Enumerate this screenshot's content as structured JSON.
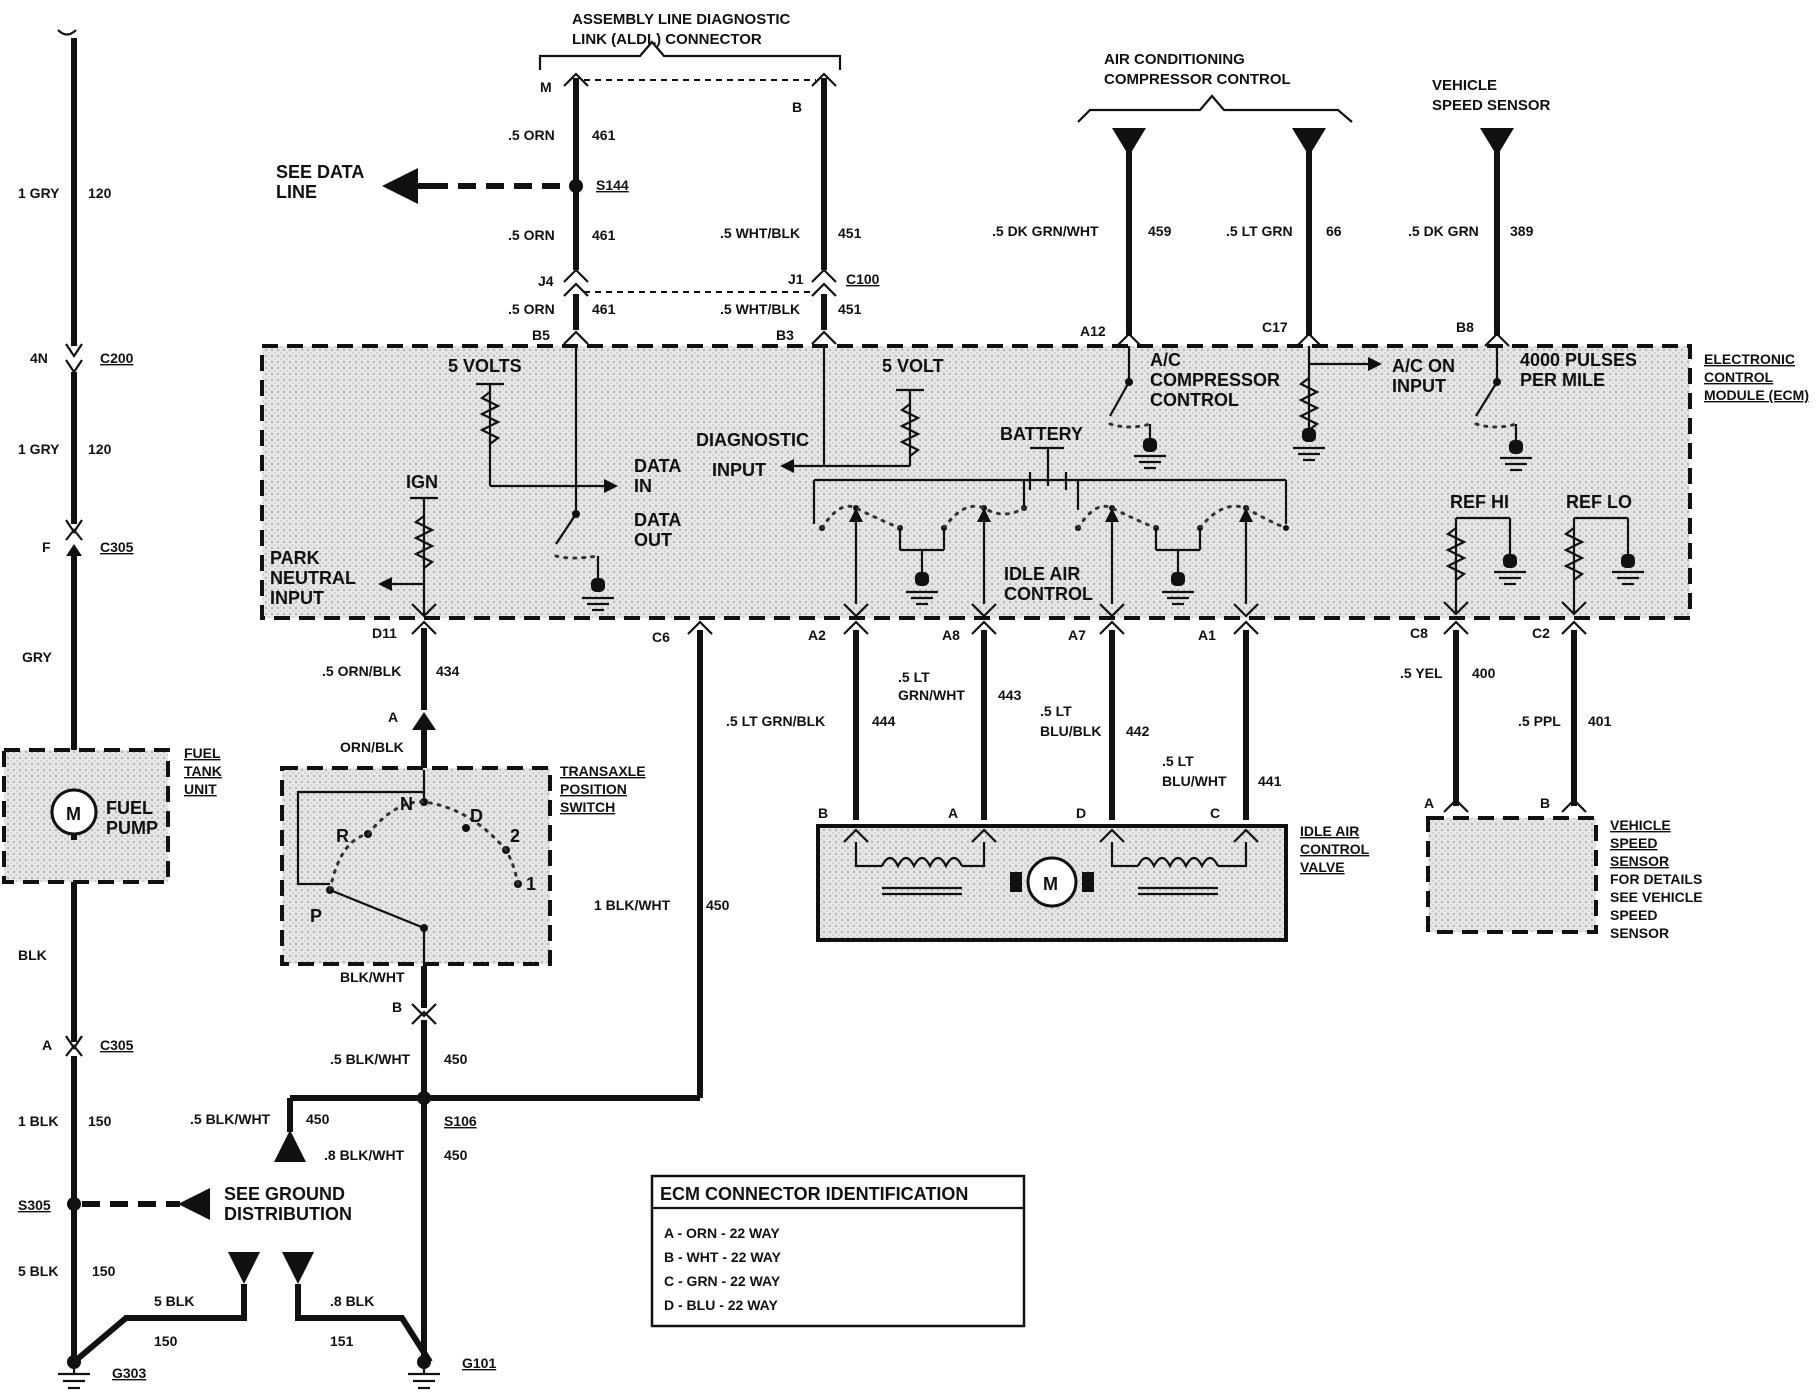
{
  "titles": {
    "aldl_1": "ASSEMBLY LINE DIAGNOSTIC",
    "aldl_2": "LINK (ALDL) CONNECTOR",
    "ac_1": "AIR CONDITIONING",
    "ac_2": "COMPRESSOR CONTROL",
    "vss_1": "VEHICLE",
    "vss_2": "SPEED SENSOR"
  },
  "left_wire": {
    "w1_size": "1 GRY",
    "w1_circuit": "120",
    "c200_pin": "4N",
    "c200": "C200",
    "w2_size": "1 GRY",
    "w2_circuit": "120",
    "c305_top_pin": "F",
    "c305_top": "C305",
    "w3_color": "GRY",
    "w4_color": "BLK",
    "c305_bot_pin": "A",
    "c305_bot": "C305",
    "w5_size": "1 BLK",
    "w5_circuit": "150",
    "splice": "S305",
    "w6_size": "5 BLK",
    "w6_circuit": "150",
    "ground": "G303"
  },
  "fuel": {
    "unit_1": "FUEL",
    "unit_2": "TANK",
    "unit_3": "UNIT",
    "pump_1": "FUEL",
    "pump_2": "PUMP",
    "motor": "M"
  },
  "ground_dist": {
    "line1": "SEE GROUND",
    "line2": "DISTRIBUTION"
  },
  "ground_bottom": {
    "w1_size": "5 BLK",
    "w1_circuit": "150",
    "w2_size": ".8 BLK",
    "w2_circuit": "151",
    "ground": "G101"
  },
  "aldl": {
    "pin_m": "M",
    "pin_b": "B",
    "w461a_size": ".5 ORN",
    "w461a_circuit": "461",
    "see_data_1": "SEE DATA",
    "see_data_2": "LINE",
    "splice": "S144",
    "w461b_size": ".5 ORN",
    "w461b_circuit": "461",
    "w451a_size": ".5 WHT/BLK",
    "w451a_circuit": "451",
    "pin_j4": "J4",
    "pin_j1": "J1",
    "c100": "C100",
    "w461c_size": ".5 ORN",
    "w461c_circuit": "461",
    "w451b_size": ".5 WHT/BLK",
    "w451b_circuit": "451",
    "pin_b5": "B5",
    "pin_b3": "B3"
  },
  "ac": {
    "w459_size": ".5 DK GRN/WHT",
    "w459_circuit": "459",
    "w66_size": ".5 LT GRN",
    "w66_circuit": "66",
    "pin_a12": "A12",
    "pin_c17": "C17"
  },
  "vss": {
    "w389_size": ".5 DK GRN",
    "w389_circuit": "389",
    "pin_b8": "B8"
  },
  "ecm": {
    "name_1": "ELECTRONIC",
    "name_2": "CONTROL",
    "name_3": "MODULE (ECM)",
    "five_volts": "5 VOLTS",
    "five_volt": "5 VOLT",
    "diagnostic_1": "DIAGNOSTIC",
    "diagnostic_2": "INPUT",
    "data_in_1": "DATA",
    "data_in_2": "IN",
    "data_out_1": "DATA",
    "data_out_2": "OUT",
    "ign": "IGN",
    "park_1": "PARK",
    "park_2": "NEUTRAL",
    "park_3": "INPUT",
    "battery": "BATTERY",
    "idle_1": "IDLE AIR",
    "idle_2": "CONTROL",
    "ac_comp_1": "A/C",
    "ac_comp_2": "COMPRESSOR",
    "ac_comp_3": "CONTROL",
    "ac_on_1": "A/C ON",
    "ac_on_2": "INPUT",
    "pulses_1": "4000 PULSES",
    "pulses_2": "PER MILE",
    "ref_hi": "REF HI",
    "ref_lo": "REF LO",
    "pin_d11": "D11",
    "pin_c6": "C6",
    "pin_a2": "A2",
    "pin_a8": "A8",
    "pin_a7": "A7",
    "pin_a1": "A1",
    "pin_c8": "C8",
    "pin_c2": "C2"
  },
  "tps": {
    "w434_size": ".5 ORN/BLK",
    "w434_circuit": "434",
    "pin_a": "A",
    "orn_blk": "ORN/BLK",
    "name_1": "TRANSAXLE",
    "name_2": "POSITION",
    "name_3": "SWITCH",
    "pos_n": "N",
    "pos_d": "D",
    "pos_r": "R",
    "pos_2": "2",
    "pos_1": "1",
    "pos_p": "P",
    "blk_wht": "BLK/WHT",
    "pin_b": "B",
    "w450a_size": ".5 BLK/WHT",
    "w450a_circuit": "450",
    "w450_long_size": "1 BLK/WHT",
    "w450_long_circuit": "450",
    "w450b_size": ".5 BLK/WHT",
    "w450b_circuit": "450",
    "splice": "S106",
    "w450c_size": ".8 BLK/WHT",
    "w450c_circuit": "450"
  },
  "iac": {
    "w444_size": ".5 LT GRN/BLK",
    "w444_circuit": "444",
    "w443_size_1": ".5 LT",
    "w443_size_2": "GRN/WHT",
    "w443_circuit": "443",
    "w442_size_1": ".5 LT",
    "w442_size_2": "BLU/BLK",
    "w442_circuit": "442",
    "w441_size_1": ".5 LT",
    "w441_size_2": "BLU/WHT",
    "w441_circuit": "441",
    "pin_b": "B",
    "pin_a": "A",
    "pin_d": "D",
    "pin_c": "C",
    "motor": "M",
    "name_1": "IDLE AIR",
    "name_2": "CONTROL",
    "name_3": "VALVE"
  },
  "vss_lower": {
    "w400_size": ".5 YEL",
    "w400_circuit": "400",
    "w401_size": ".5 PPL",
    "w401_circuit": "401",
    "pin_a": "A",
    "pin_b": "B",
    "name_1": "VEHICLE",
    "name_2": "SPEED",
    "name_3": "SENSOR",
    "note_1": "FOR DETAILS",
    "note_2": "SEE VEHICLE",
    "note_3": "SPEED",
    "note_4": "SENSOR"
  },
  "legend": {
    "title": "ECM CONNECTOR IDENTIFICATION",
    "rows": [
      "A - ORN - 22 WAY",
      "B - WHT - 22 WAY",
      "C - GRN - 22 WAY",
      "D - BLU - 22 WAY"
    ]
  }
}
